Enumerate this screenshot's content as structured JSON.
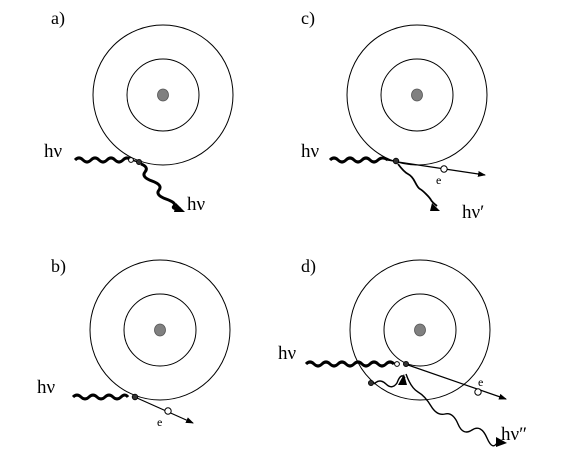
{
  "panels": {
    "a": {
      "label": "a)",
      "incident_photon": "hν",
      "emitted_photon": "hν"
    },
    "b": {
      "label": "b)",
      "incident_photon": "hν",
      "electron": "e"
    },
    "c": {
      "label": "c)",
      "incident_photon": "hν",
      "electron": "e",
      "scattered_photon": "hν′"
    },
    "d": {
      "label": "d)",
      "incident_photon": "hν",
      "electron": "e",
      "secondary_photon": "hν″"
    }
  },
  "colors": {
    "line": "#000000",
    "nucleus": "#808080",
    "background": "#ffffff"
  }
}
